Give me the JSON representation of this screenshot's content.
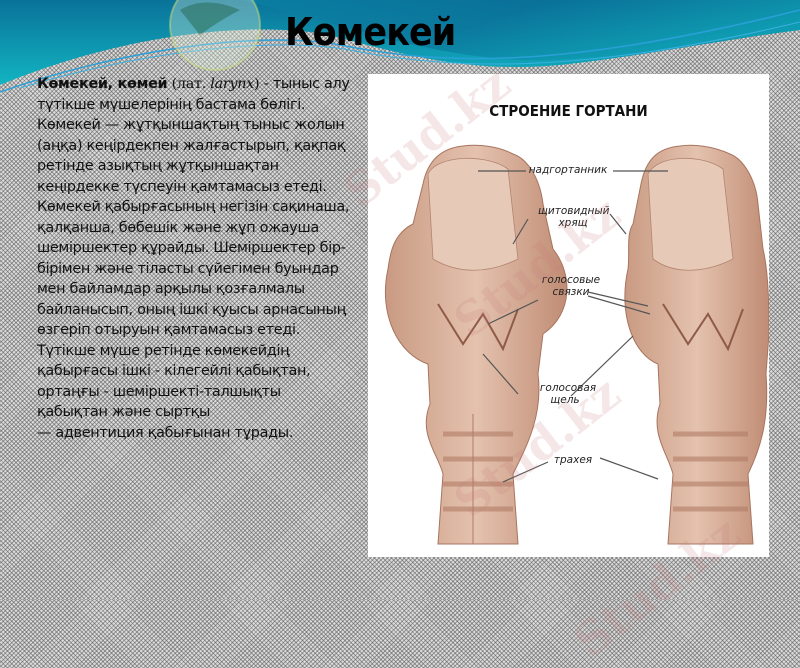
{
  "slide": {
    "title": "Көмекей"
  },
  "body": {
    "term_bold": "Көмекей, көмей",
    "latin_prefix": "(лат. ",
    "latin_word": "larynx",
    "latin_suffix": ")",
    "text_after_latin": " - тыныс алу түтікше мүшелерінің бастама бөлігі. Көмекей — жұтқыншақтың тыныс жолын (аңқа) кеңірдекпен жалғастырып, қақпақ ретінде азықтың жұтқыншақтан кеңірдекке түспеуін қамтамасыз етеді. Көмекей қабырғасының негізін сақинаша, қалқанша, бөбешік және жұп ожауша шеміршектер құрайды. Шеміршектер бір-бірімен және тіласты сүйегімен буындар мен байламдар арқылы қозғалмалы байланысып, оның ішкі қуысы арнасының өзгеріп отыруын қамтамасыз етеді. Түтікше мүше ретінде көмекейдің қабырғасы ішкі - кілегейлі қабықтан, ортаңғы - шеміршекті-талшықты қабықтан және сыртқы",
    "last_line": "— адвентиция қабығынан тұрады."
  },
  "diagram": {
    "title": "СТРОЕНИЕ ГОРТАНИ",
    "labels": {
      "epiglottis": "надгортанник",
      "thyroid_1": "щитовидный",
      "thyroid_2": "хрящ",
      "vocal_cords_1": "голосовые",
      "vocal_cords_2": "связки",
      "glottis_1": "голосовая",
      "glottis_2": "щель",
      "trachea": "трахея"
    }
  },
  "watermarks": [
    "Stud.kz",
    "Stud.kz",
    "Stud.kz",
    "Stud.kz"
  ],
  "colors": {
    "header_dark": "#0a6f97",
    "header_light": "#11b3bf",
    "tissue": "#dcb49e",
    "tissue_dark": "#a87460"
  }
}
